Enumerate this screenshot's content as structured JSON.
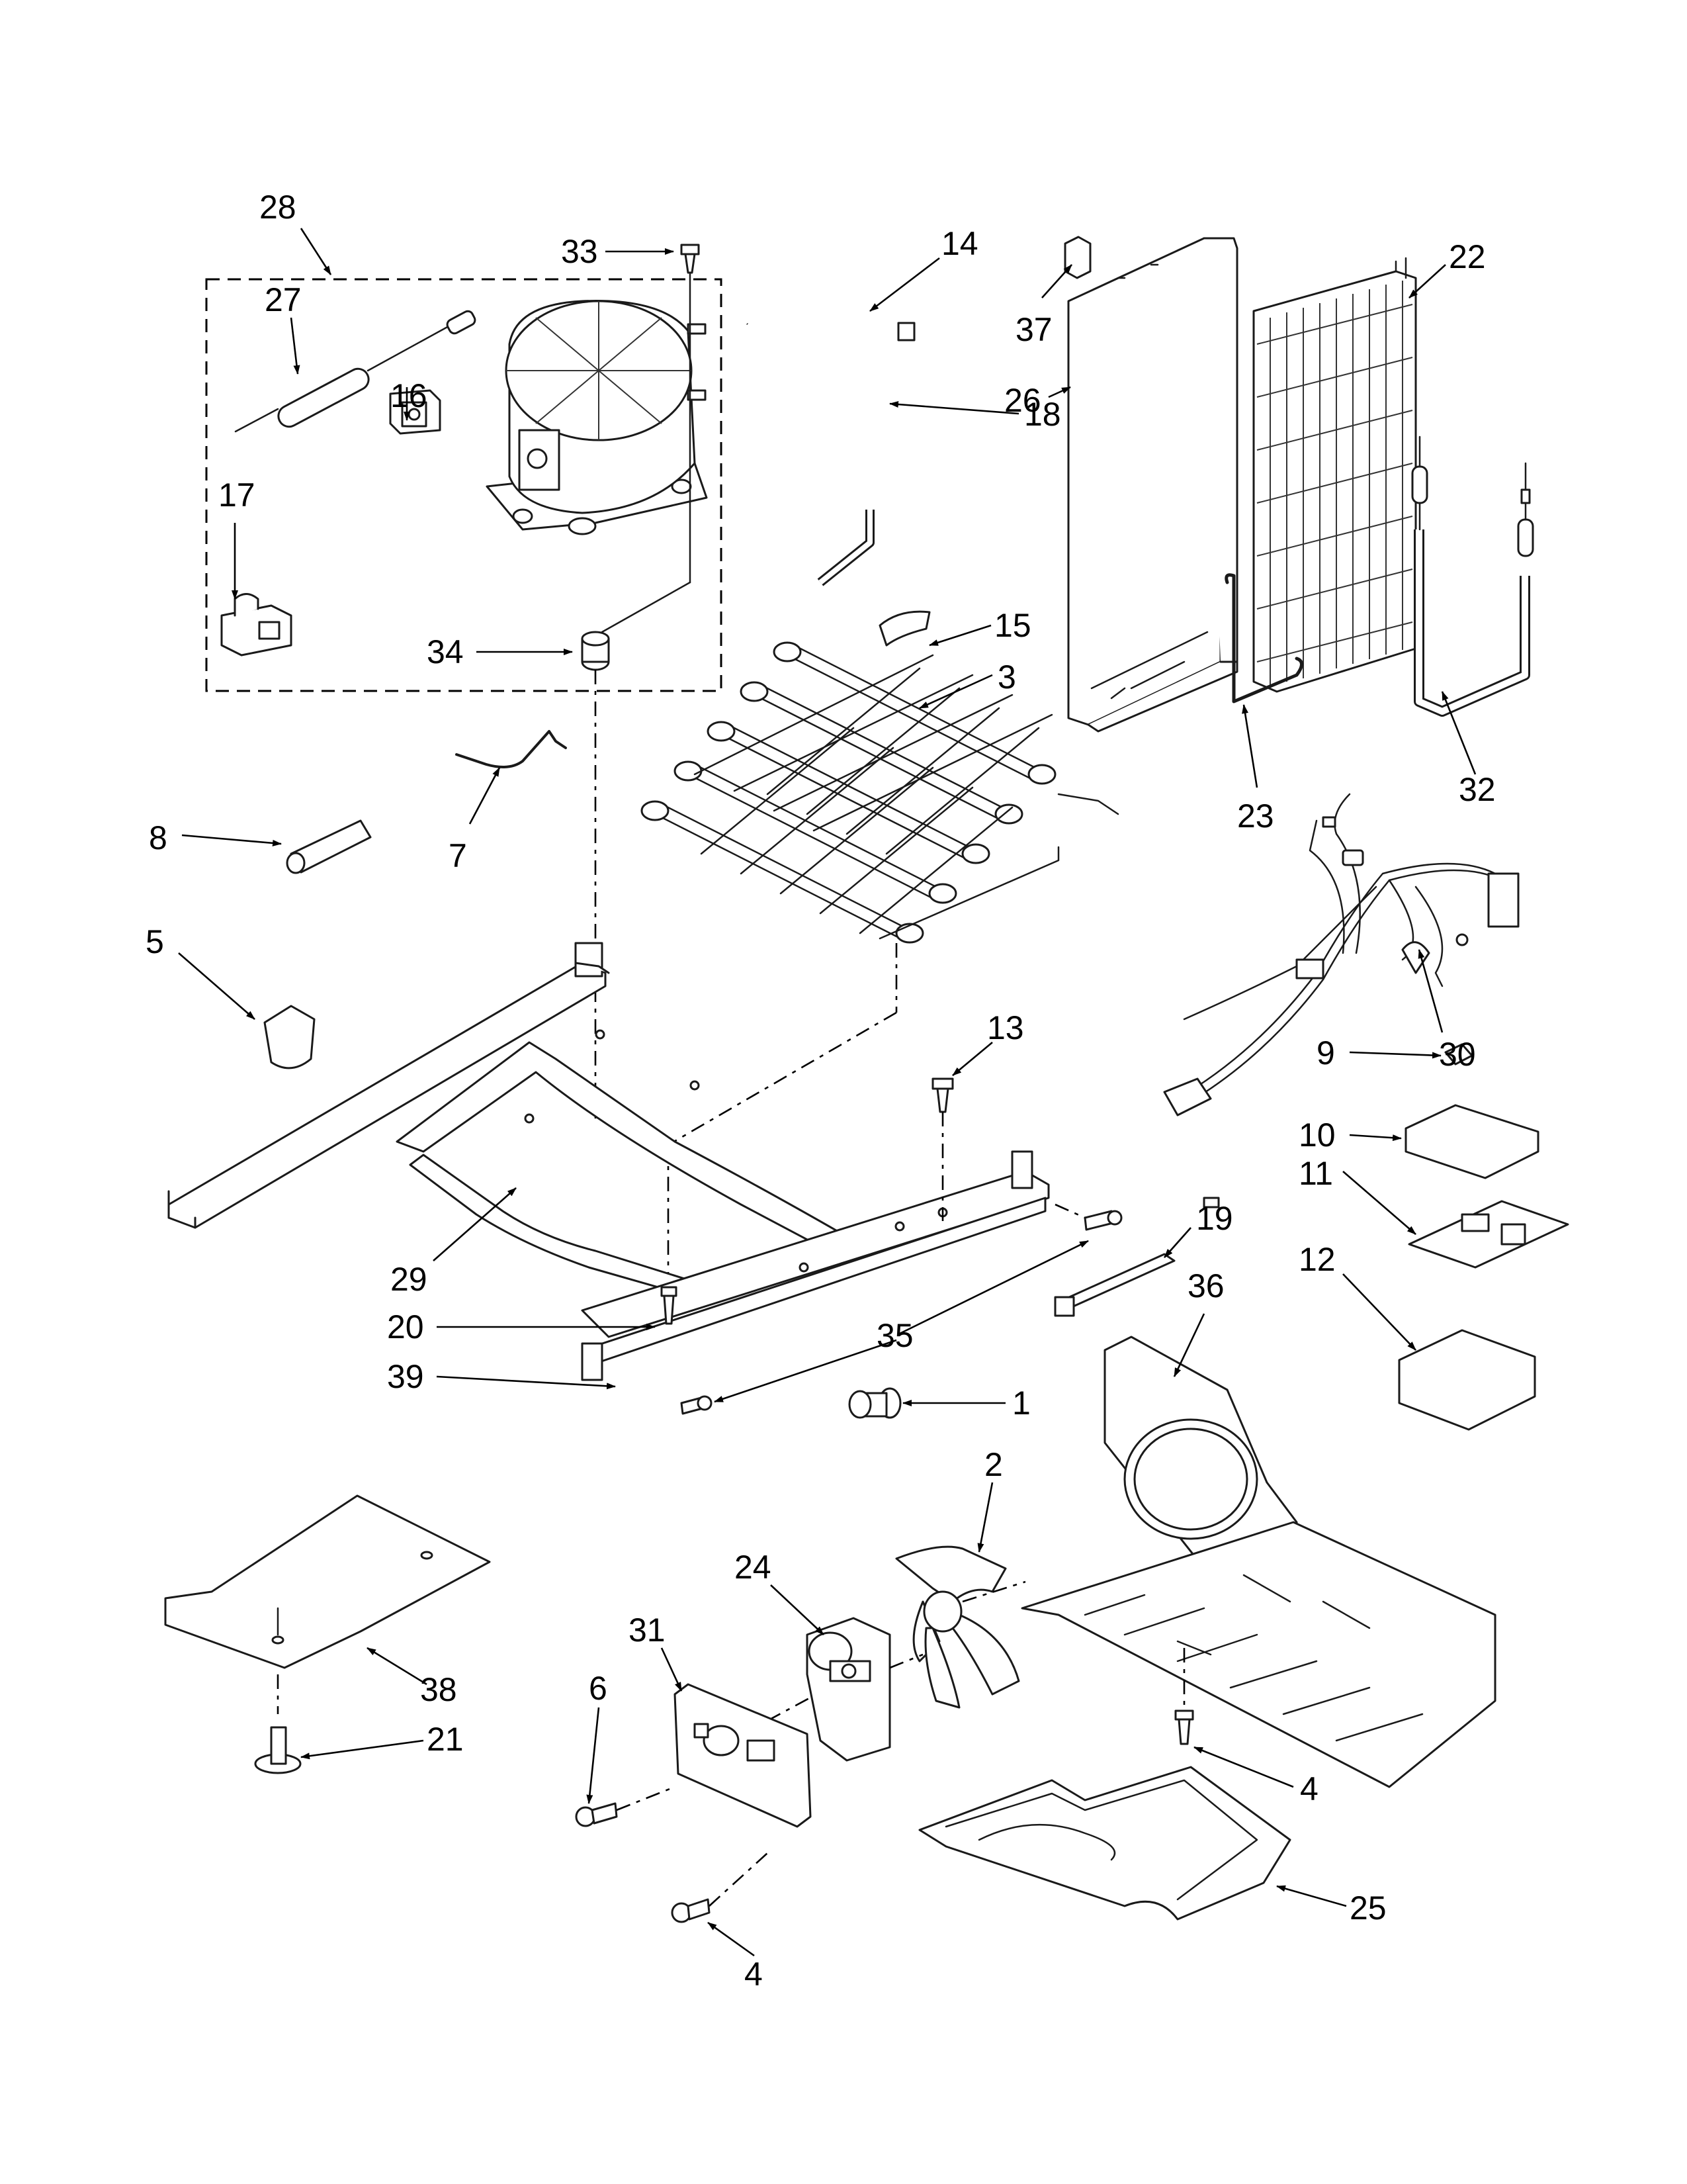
{
  "diagram": {
    "callouts": [
      {
        "id": "28",
        "label": "28"
      },
      {
        "id": "27",
        "label": "27"
      },
      {
        "id": "33",
        "label": "33"
      },
      {
        "id": "16",
        "label": "16"
      },
      {
        "id": "17",
        "label": "17"
      },
      {
        "id": "34",
        "label": "34"
      },
      {
        "id": "14",
        "label": "14"
      },
      {
        "id": "18",
        "label": "18"
      },
      {
        "id": "15",
        "label": "15"
      },
      {
        "id": "3",
        "label": "3"
      },
      {
        "id": "37",
        "label": "37"
      },
      {
        "id": "26",
        "label": "26"
      },
      {
        "id": "22",
        "label": "22"
      },
      {
        "id": "23",
        "label": "23"
      },
      {
        "id": "32",
        "label": "32"
      },
      {
        "id": "8",
        "label": "8"
      },
      {
        "id": "7",
        "label": "7"
      },
      {
        "id": "5",
        "label": "5"
      },
      {
        "id": "30",
        "label": "30"
      },
      {
        "id": "13",
        "label": "13"
      },
      {
        "id": "9",
        "label": "9"
      },
      {
        "id": "10",
        "label": "10"
      },
      {
        "id": "11",
        "label": "11"
      },
      {
        "id": "19",
        "label": "19"
      },
      {
        "id": "12",
        "label": "12"
      },
      {
        "id": "29",
        "label": "29"
      },
      {
        "id": "36",
        "label": "36"
      },
      {
        "id": "20",
        "label": "20"
      },
      {
        "id": "35",
        "label": "35"
      },
      {
        "id": "39",
        "label": "39"
      },
      {
        "id": "1",
        "label": "1"
      },
      {
        "id": "2",
        "label": "2"
      },
      {
        "id": "24",
        "label": "24"
      },
      {
        "id": "31",
        "label": "31"
      },
      {
        "id": "38",
        "label": "38"
      },
      {
        "id": "6",
        "label": "6"
      },
      {
        "id": "21",
        "label": "21"
      },
      {
        "id": "4a",
        "label": "4"
      },
      {
        "id": "4b",
        "label": "4"
      },
      {
        "id": "25",
        "label": "25"
      }
    ]
  }
}
